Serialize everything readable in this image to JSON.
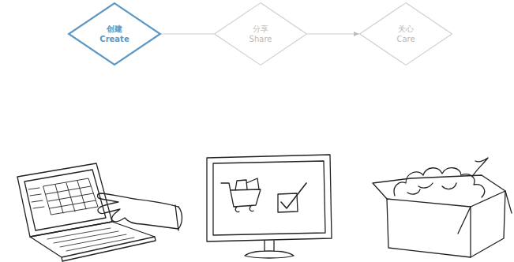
{
  "diagram": {
    "nodes": [
      {
        "text": [
          "创建",
          "Create"
        ]
      },
      {
        "text": [
          "分享",
          "Share"
        ]
      },
      {
        "text": [
          "关心",
          "Care"
        ]
      }
    ],
    "edges": [
      {
        "from": 0,
        "to": 1,
        "arrow": "none"
      },
      {
        "from": 1,
        "to": 2,
        "arrow": "to"
      }
    ]
  }
}
